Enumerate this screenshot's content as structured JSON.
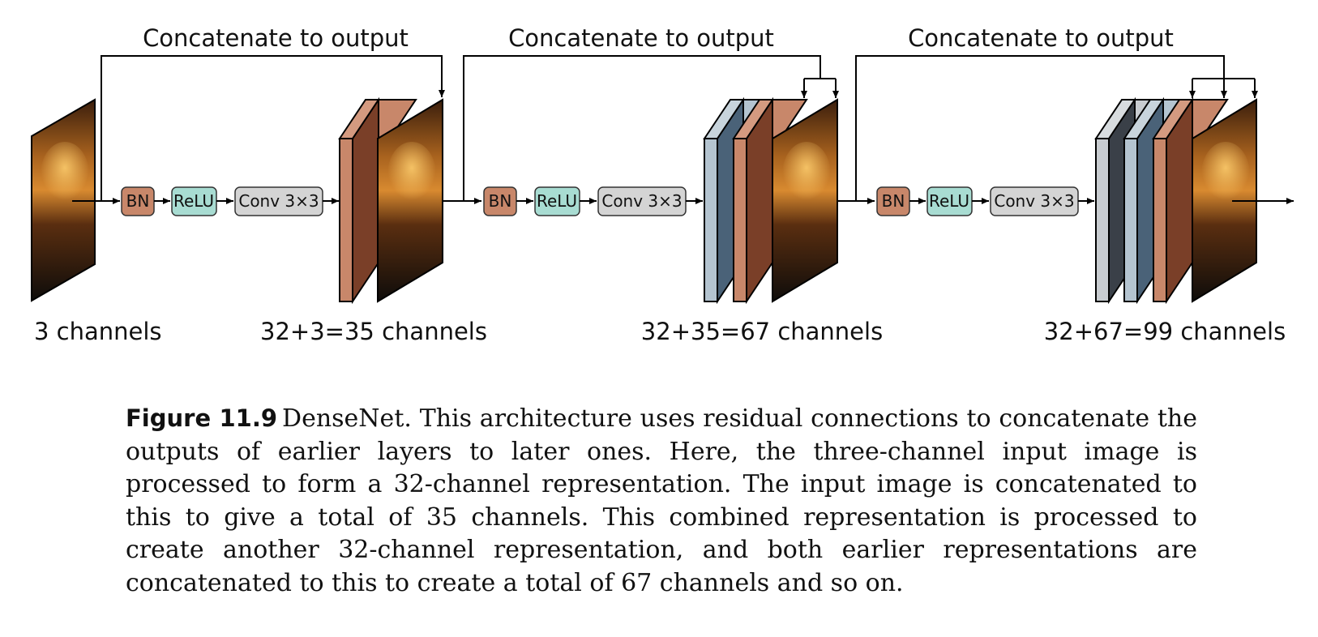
{
  "diagram": {
    "concat_labels": [
      "Concatenate to output",
      "Concatenate to output",
      "Concatenate to output"
    ],
    "block_labels": [
      {
        "bn": "BN",
        "relu": "ReLU",
        "conv": "Conv 3×3"
      },
      {
        "bn": "BN",
        "relu": "ReLU",
        "conv": "Conv 3×3"
      },
      {
        "bn": "BN",
        "relu": "ReLU",
        "conv": "Conv 3×3"
      }
    ],
    "channel_labels": [
      "3 channels",
      "32+3=35 channels",
      "32+35=67 channels",
      "32+67=99 channels"
    ],
    "colors": {
      "bn": "#c8876a",
      "relu": "#a8dcd2",
      "conv": "#d4d4d4",
      "orange_front": "#c8876a",
      "orange_side": "#7a3f28",
      "blue_light_front": "#b4c4d0",
      "blue_light_side": "#4a6278",
      "gray_front": "#c8ccd0",
      "gray_side": "#3a4048"
    }
  },
  "caption": {
    "label": "Figure 11.9",
    "text": "DenseNet. This architecture uses residual connections to concatenate the outputs of earlier layers to later ones. Here, the three-channel input image is processed to form a 32-channel representation. The input image is concatenated to this to give a total of 35 channels. This combined representation is processed to create another 32-channel representation, and both earlier representations are concatenated to this to create a total of 67 channels and so on."
  }
}
